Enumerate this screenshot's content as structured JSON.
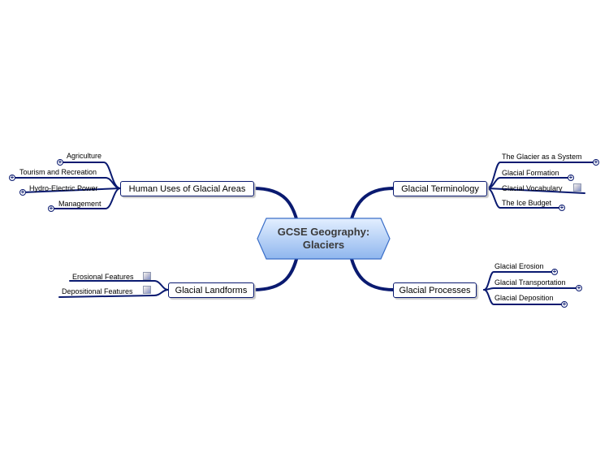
{
  "central": {
    "line1": "GCSE Geography:",
    "line2": "Glaciers"
  },
  "topics": {
    "human_uses": {
      "label": "Human Uses of Glacial Areas",
      "children": [
        "Agriculture",
        "Tourism and Recreation",
        "Hydro-Electric Power",
        "Management"
      ]
    },
    "terminology": {
      "label": "Glacial Terminology",
      "children": [
        "The Glacier as a System",
        "Glacial Formation",
        "Glacial Vocabulary",
        "The Ice Budget"
      ]
    },
    "landforms": {
      "label": "Glacial Landforms",
      "children": [
        "Erosional Features",
        "Depositional Features"
      ]
    },
    "processes": {
      "label": "Glacial Processes",
      "children": [
        "Glacial Erosion",
        "Glacial Transportation",
        "Glacial Deposition"
      ]
    }
  },
  "colors": {
    "branch": "#0a1a70",
    "central_fill_top": "#dbeaff",
    "central_fill_bottom": "#8fb6ee",
    "central_border": "#3a6ec8"
  },
  "icons": {
    "expand": "plus-circle-icon",
    "note": "note-icon"
  }
}
